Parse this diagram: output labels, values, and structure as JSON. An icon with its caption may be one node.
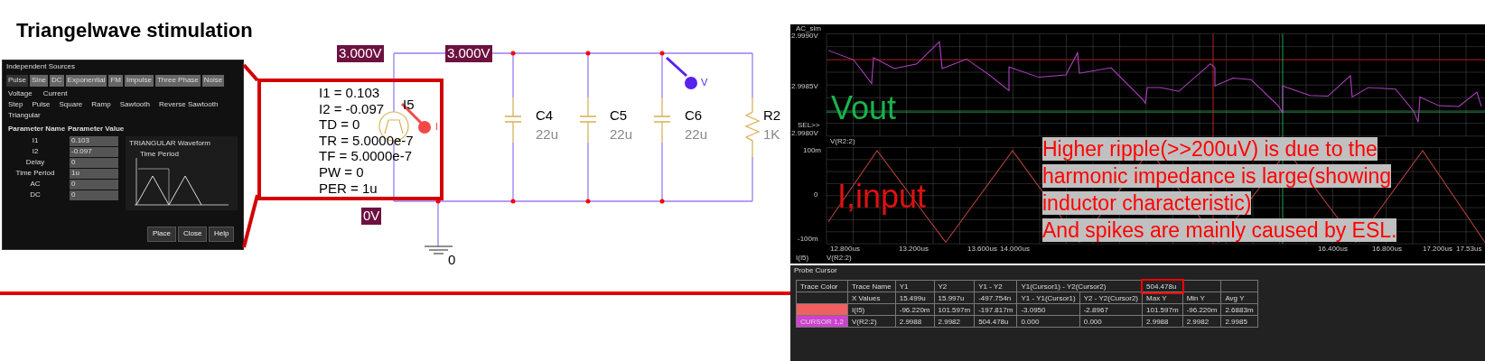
{
  "diagram": {
    "title": "Triangelwave stimulation",
    "nodes": [
      {
        "text": [
          "I1 = 0.103",
          "I2 = -0.097",
          "TD = 0",
          "TR = 5.0000e-7",
          "TF = 5.0000e-7",
          "PW = 0",
          "PER = 1u"
        ]
      },
      {
        "text": [
          "Independent Sources"
        ]
      }
    ],
    "edges": [
      {
        "from": 1,
        "to": 0,
        "arrow": "none"
      },
      {
        "from": 1,
        "to": 0,
        "arrow": "none"
      }
    ],
    "labels": [
      "Pulse",
      "Sine",
      "DC",
      "Exponential",
      "FM",
      "Impulse",
      "Three Phase",
      "Noise",
      "Voltage",
      "Current",
      "Step",
      "Pulse",
      "Square",
      "Ramp",
      "Sawtooth",
      "Reverse Sawtooth",
      "Triangular",
      "Parameter Name",
      "Parameter Value",
      "I1",
      "0.103",
      "I2",
      "-0.097",
      "Delay",
      "0",
      "Time Period",
      "1u",
      "AC",
      "0",
      "DC",
      "0",
      "TRIANGULAR Waveform",
      "Time Period",
      "Place",
      "Close",
      "Help",
      "3.000V",
      "3.000V",
      "I5",
      "C4",
      "22u",
      "C5",
      "22u",
      "C6",
      "22u",
      "R2",
      "1K",
      "0V",
      "0",
      "V",
      "I",
      "AC_sim",
      "2.9990V",
      "Vout",
      "2.9985V",
      "SEL>>",
      "2.9980V",
      "V(R2:2)",
      "100m",
      "0",
      "I,input",
      "-100m",
      "12.800us",
      "13.200us",
      "13.600us",
      "14.000us",
      "16.400us",
      "16.800us",
      "17.200us",
      "17.53us",
      "I(I5)",
      "V(R2:2)",
      "Higher ripple(>>200uV) is due to the harmonic impedance is large(showing inductor characteristic)",
      "And spikes are mainly caused by ESL.",
      "Probe Cursor",
      "Trace Color",
      "Trace Name",
      "Y1",
      "Y2",
      "Y1 - Y2",
      "Y1(Cursor1) - Y2(Cursor2)",
      "504.478u",
      "X Values",
      "15.499u",
      "15.997u",
      "-497.754n",
      "Y1 - Y1(Cursor1)",
      "Y2 - Y2(Cursor2)",
      "Max Y",
      "Min Y",
      "Avg Y",
      "I(I5)",
      "-96.220m",
      "101.597m",
      "-197.817m",
      "-3.0950",
      "-2.8967",
      "101.597m",
      "-96.220m",
      "2.6883m",
      "CURSOR 1,2",
      "V(R2:2)",
      "2.9988",
      "2.9982",
      "504.478u",
      "0.000",
      "0.000",
      "2.9988",
      "2.9982",
      "2.9985"
    ]
  }
}
